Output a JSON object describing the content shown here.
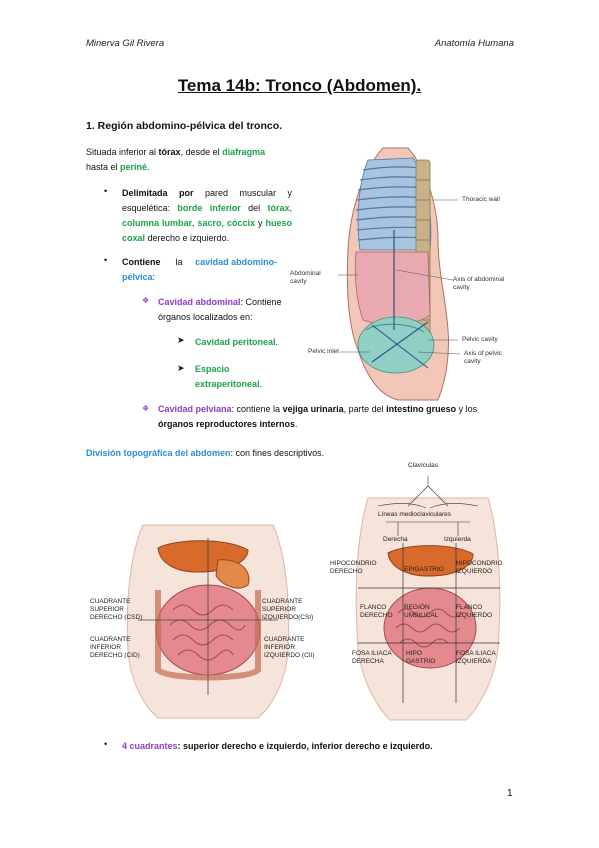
{
  "header": {
    "author": "Minerva Gil Rivera",
    "subject": "Anatomía Humana"
  },
  "title": "Tema 14b: Tronco (Abdomen).",
  "section1": {
    "heading": "1. Región abdomino-pélvica del tronco."
  },
  "intro": {
    "t1": "Situada inferior al ",
    "t2": "tórax",
    "t3": ", desde el ",
    "t4": "diafragma",
    "t5": "hasta el ",
    "t6": "periné",
    "t7": "."
  },
  "bullet1": {
    "a": "Delimitada por",
    "b": " pared muscular y esquelética: ",
    "c": "borde inferior",
    "d": " del ",
    "e": "tórax",
    "f": "columna lumbar",
    "g": "sacro",
    "h": "cóccix",
    "i": " y",
    "j": "hueso coxal",
    "k": " derecho e izquierdo."
  },
  "bullet2": {
    "a": "Contiene",
    "b": "la",
    "c": "cavidad abdomino-",
    "d": "pélvica",
    "e": ":"
  },
  "sub1": {
    "a": "Cavidad abdominal",
    "b": ": Contiene",
    "c": "órganos localizados en:"
  },
  "sub1a": {
    "a": "Cavidad peritoneal",
    "b": "."
  },
  "sub1b": {
    "a": "Espacio",
    "b": "extraperitoneal",
    "c": "."
  },
  "sub2": {
    "a": "Cavidad pelviana",
    "b": ": contiene la ",
    "c": "vejiga urinaria",
    "d": ", parte del ",
    "e": "intestino grueso",
    "f": " y los",
    "g": "órganos reproductores internos",
    "h": "."
  },
  "division": {
    "a": "División topográfica del abdomen",
    "b": ": con fines descriptivos."
  },
  "bullet3": {
    "a": "4 cuadrantes",
    "b": ": superior derecho e izquierdo, inferior derecho e izquierdo."
  },
  "fig1": {
    "thoracic_wall": "Thoracic wall",
    "abdominal_cavity_1": "Abdominal",
    "abdominal_cavity_2": "cavity",
    "axis_abd_1": "Axis of abdominal",
    "axis_abd_2": "cavity",
    "pelvic_cavity": "Pelvic cavity",
    "pelvic_inlet": "Pelvic inlet",
    "axis_pelvic_1": "Axis of pelvic",
    "axis_pelvic_2": "cavity"
  },
  "fig2": {
    "csd": [
      "CUADRANTE",
      "SUPERIOR",
      "DERECHO (CSD)"
    ],
    "cid": [
      "CUADRANTE",
      "INFERIOR",
      "DERECHO (CID)"
    ],
    "csi": [
      "CUADRANTE",
      "SUPERIOR",
      "IZQUIERDO(CSI)"
    ],
    "cii": [
      "CUADRANTE",
      "INFERIOR",
      "IZQUIERDO (CII)"
    ]
  },
  "fig3": {
    "claviculas": "Clavículas",
    "lineas": "Líneas medioclaviculares",
    "derecha": "Derecha",
    "izquierda": "Izquierda",
    "hipo_d": [
      "HIPOCONDRIO",
      "DERECHO"
    ],
    "epigastrio": "EPIGASTRIO",
    "hipo_i": [
      "HIPOCONDRIO",
      "IZQUIERDO"
    ],
    "flanco_d": [
      "FLANCO",
      "DERECHO"
    ],
    "umbilical": [
      "REGIÓN",
      "UMBILICAL"
    ],
    "flanco_i": [
      "FLANCO",
      "IZQUIERDO"
    ],
    "fosa_d": [
      "FOSA ILIACA",
      "DERECHA"
    ],
    "hipogastrio": [
      "HIPO",
      "GASTRIO"
    ],
    "fosa_i": [
      "FOSA ILIACA",
      "IZQUIERDA"
    ]
  },
  "page_number": "1"
}
